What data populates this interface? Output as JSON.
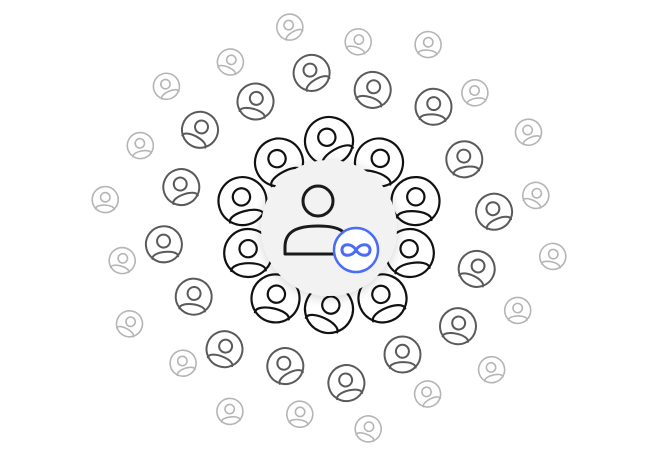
{
  "illustration": {
    "center_icon": "user-icon",
    "center_badge_icon": "infinity-icon",
    "ring_icon": "user-circle-icon",
    "colors": {
      "background": "#ffffff",
      "halo": "#f2f2f2",
      "center_stroke": "#1a1a1a",
      "badge_accent": "#4a6cf7",
      "inner_ring_stroke": "#111111",
      "middle_ring_stroke": "#5a5a5a",
      "outer_ring_stroke": "#b5b5b5"
    },
    "rings": [
      {
        "name": "inner",
        "count": 10
      },
      {
        "name": "middle",
        "count": 16
      },
      {
        "name": "outer",
        "count": 20
      }
    ]
  }
}
